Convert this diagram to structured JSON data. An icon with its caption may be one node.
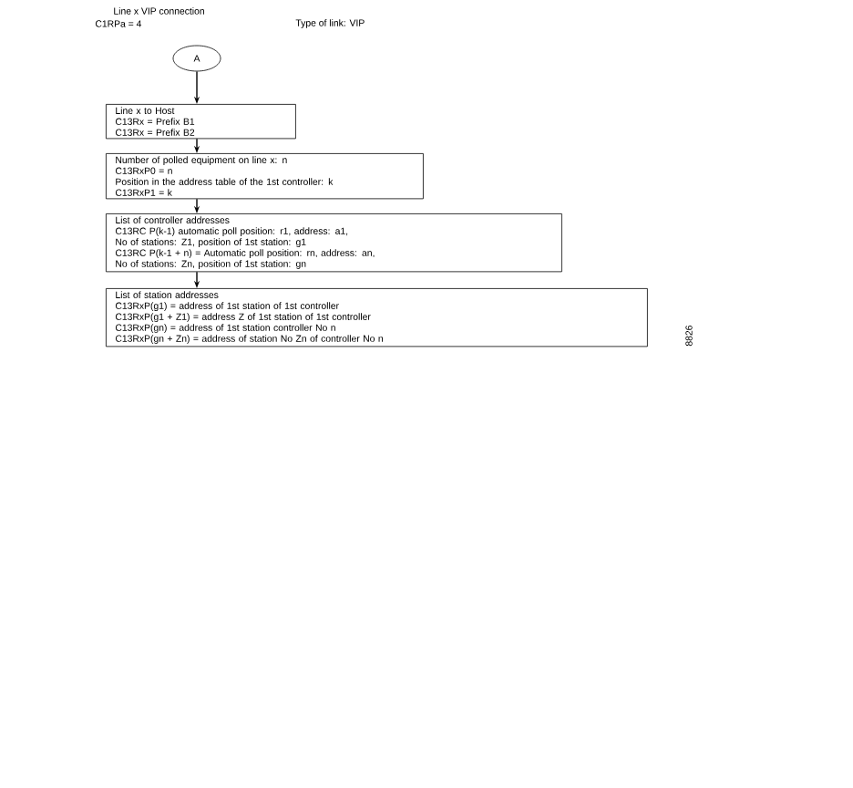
{
  "diagram": {
    "nodes": [
      {
        "text": [
          "A"
        ]
      },
      {
        "text": [
          "Line x to Host",
          "C13Rx = Prefix B1",
          "C13Rx = Prefix B2"
        ]
      },
      {
        "text": [
          "Number of polled equipment on line x: n",
          "C13RxP0 = n",
          "Position in the address table of the 1st controller: k",
          "C13RxP1 = k"
        ]
      },
      {
        "text": [
          "List of controller addresses",
          "C13RC P(k-1) automatic poll position: r1, address: a1,",
          "No of stations: Z1, position of 1st station: g1",
          "C13RC P(k-1 + n) = Automatic poll position: rn, address: an,",
          "No of stations: Zn, position of 1st station: gn"
        ]
      },
      {
        "text": [
          "List of station addresses",
          "C13RxP(g1) = address of 1st station of 1st controller",
          "C13RxP(g1 + Z1) = address Z of 1st station of 1st controller",
          "C13RxP(gn) = address of 1st station controller No n",
          "C13RxP(gn + Zn) = address of station No Zn of controller No n"
        ]
      }
    ],
    "edges": [
      {
        "from": 0,
        "to": 1,
        "arrow": "to"
      },
      {
        "from": 1,
        "to": 2,
        "arrow": "to"
      },
      {
        "from": 2,
        "to": 3,
        "arrow": "to"
      },
      {
        "from": 3,
        "to": 4,
        "arrow": "to"
      }
    ],
    "labels": [
      "Line x VIP connection",
      "C1RPa = 4",
      "Type of link: VIP",
      "8826"
    ]
  }
}
